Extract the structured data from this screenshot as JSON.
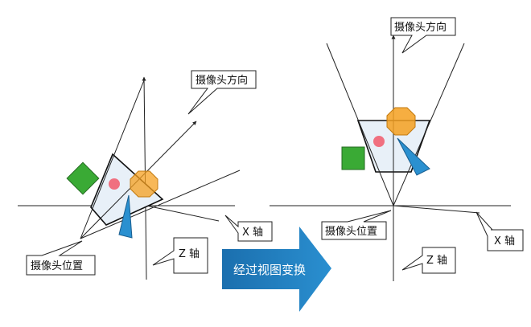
{
  "labels": {
    "left_camera_direction": "摄像头方向",
    "left_camera_position": "摄像头位置",
    "left_x_axis": "X 轴",
    "left_z_axis": "Z 轴",
    "right_camera_direction": "摄像头方向",
    "right_camera_position": "摄像头位置",
    "right_x_axis": "X 轴",
    "right_z_axis": "Z 轴",
    "transform_arrow": "经过视图变换"
  },
  "colors": {
    "axis": "#222222",
    "frustum_fill": "#e8f0f8",
    "green_square": "#3aaa35",
    "orange_octagon": "#f5a020",
    "pink_circle": "#f07080",
    "blue_triangle": "#2a90d0",
    "arrow_fill": "#1f7fbf"
  }
}
